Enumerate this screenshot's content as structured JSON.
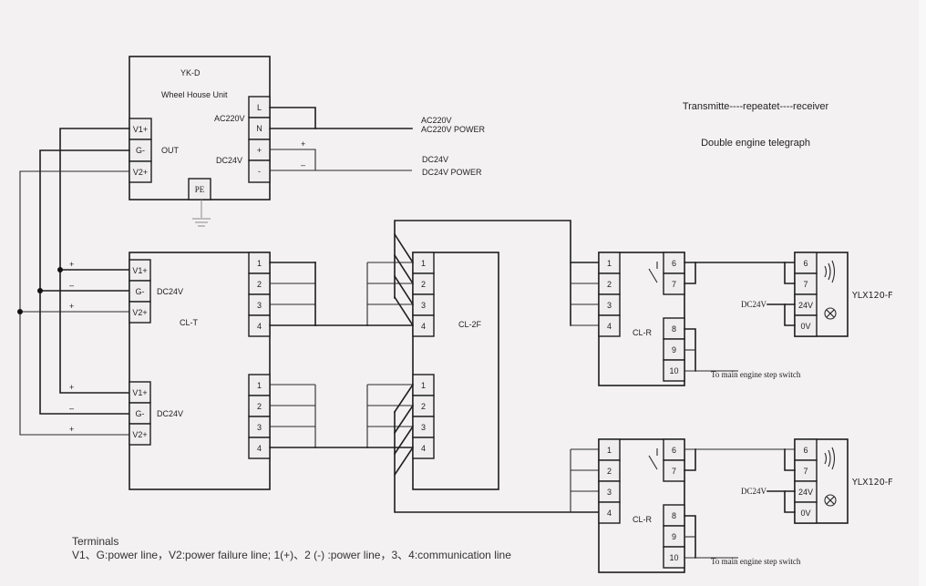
{
  "title": {
    "line1": "Transmitte----repeatet----receiver",
    "line2": "Double engine telegraph"
  },
  "yk_d": {
    "model": "YK-D",
    "name": "Wheel House Unit",
    "out_label": "OUT",
    "ac_label": "AC220V",
    "dc_label": "DC24V",
    "left_terminals": [
      "V1+",
      "G-",
      "V2+"
    ],
    "right_terminals": [
      "L",
      "N",
      "+",
      "-"
    ],
    "pe_label": "PE"
  },
  "power_inputs": {
    "ac_line1": "AC220V",
    "ac_line2": "AC220V POWER",
    "dc_line1": "DC24V",
    "dc_line2": "DC24V POWER",
    "plus": "+",
    "minus": "–"
  },
  "bus_polarity_labels": [
    "+",
    "–",
    "+"
  ],
  "cl_t": {
    "name": "CL-T",
    "power_label": "DC24V",
    "left_terminals": [
      "V1+",
      "G-",
      "V2+"
    ],
    "right_terminals": [
      "1",
      "2",
      "3",
      "4"
    ]
  },
  "cl_2f": {
    "name": "CL-2F",
    "terminals": [
      "1",
      "2",
      "3",
      "4"
    ]
  },
  "cl_r": [
    {
      "name": "CL-R",
      "input_terminals": [
        "1",
        "2",
        "3",
        "4"
      ],
      "relay_terminals": [
        "6",
        "7"
      ],
      "switch_terminals": [
        "8",
        "9",
        "10"
      ],
      "step_switch_note": "To main engine step switch"
    },
    {
      "name": "CL-R",
      "input_terminals": [
        "1",
        "2",
        "3",
        "4"
      ],
      "relay_terminals": [
        "6",
        "7"
      ],
      "switch_terminals": [
        "8",
        "9",
        "10"
      ],
      "step_switch_note": "To main engine step switch"
    }
  ],
  "ylx": [
    {
      "model": "YLX120-F",
      "terminals": [
        "6",
        "7",
        "24V",
        "0V"
      ],
      "supply_label": "DC24V"
    },
    {
      "model": "YLX120-F",
      "terminals": [
        "6",
        "7",
        "24V",
        "0V"
      ],
      "supply_label": "DC24V"
    }
  ],
  "legend": {
    "heading": "Terminals",
    "text": "V1、G:power line，V2:power failure line; 1(+)、2 (-) :power line，3、4:communication line"
  }
}
